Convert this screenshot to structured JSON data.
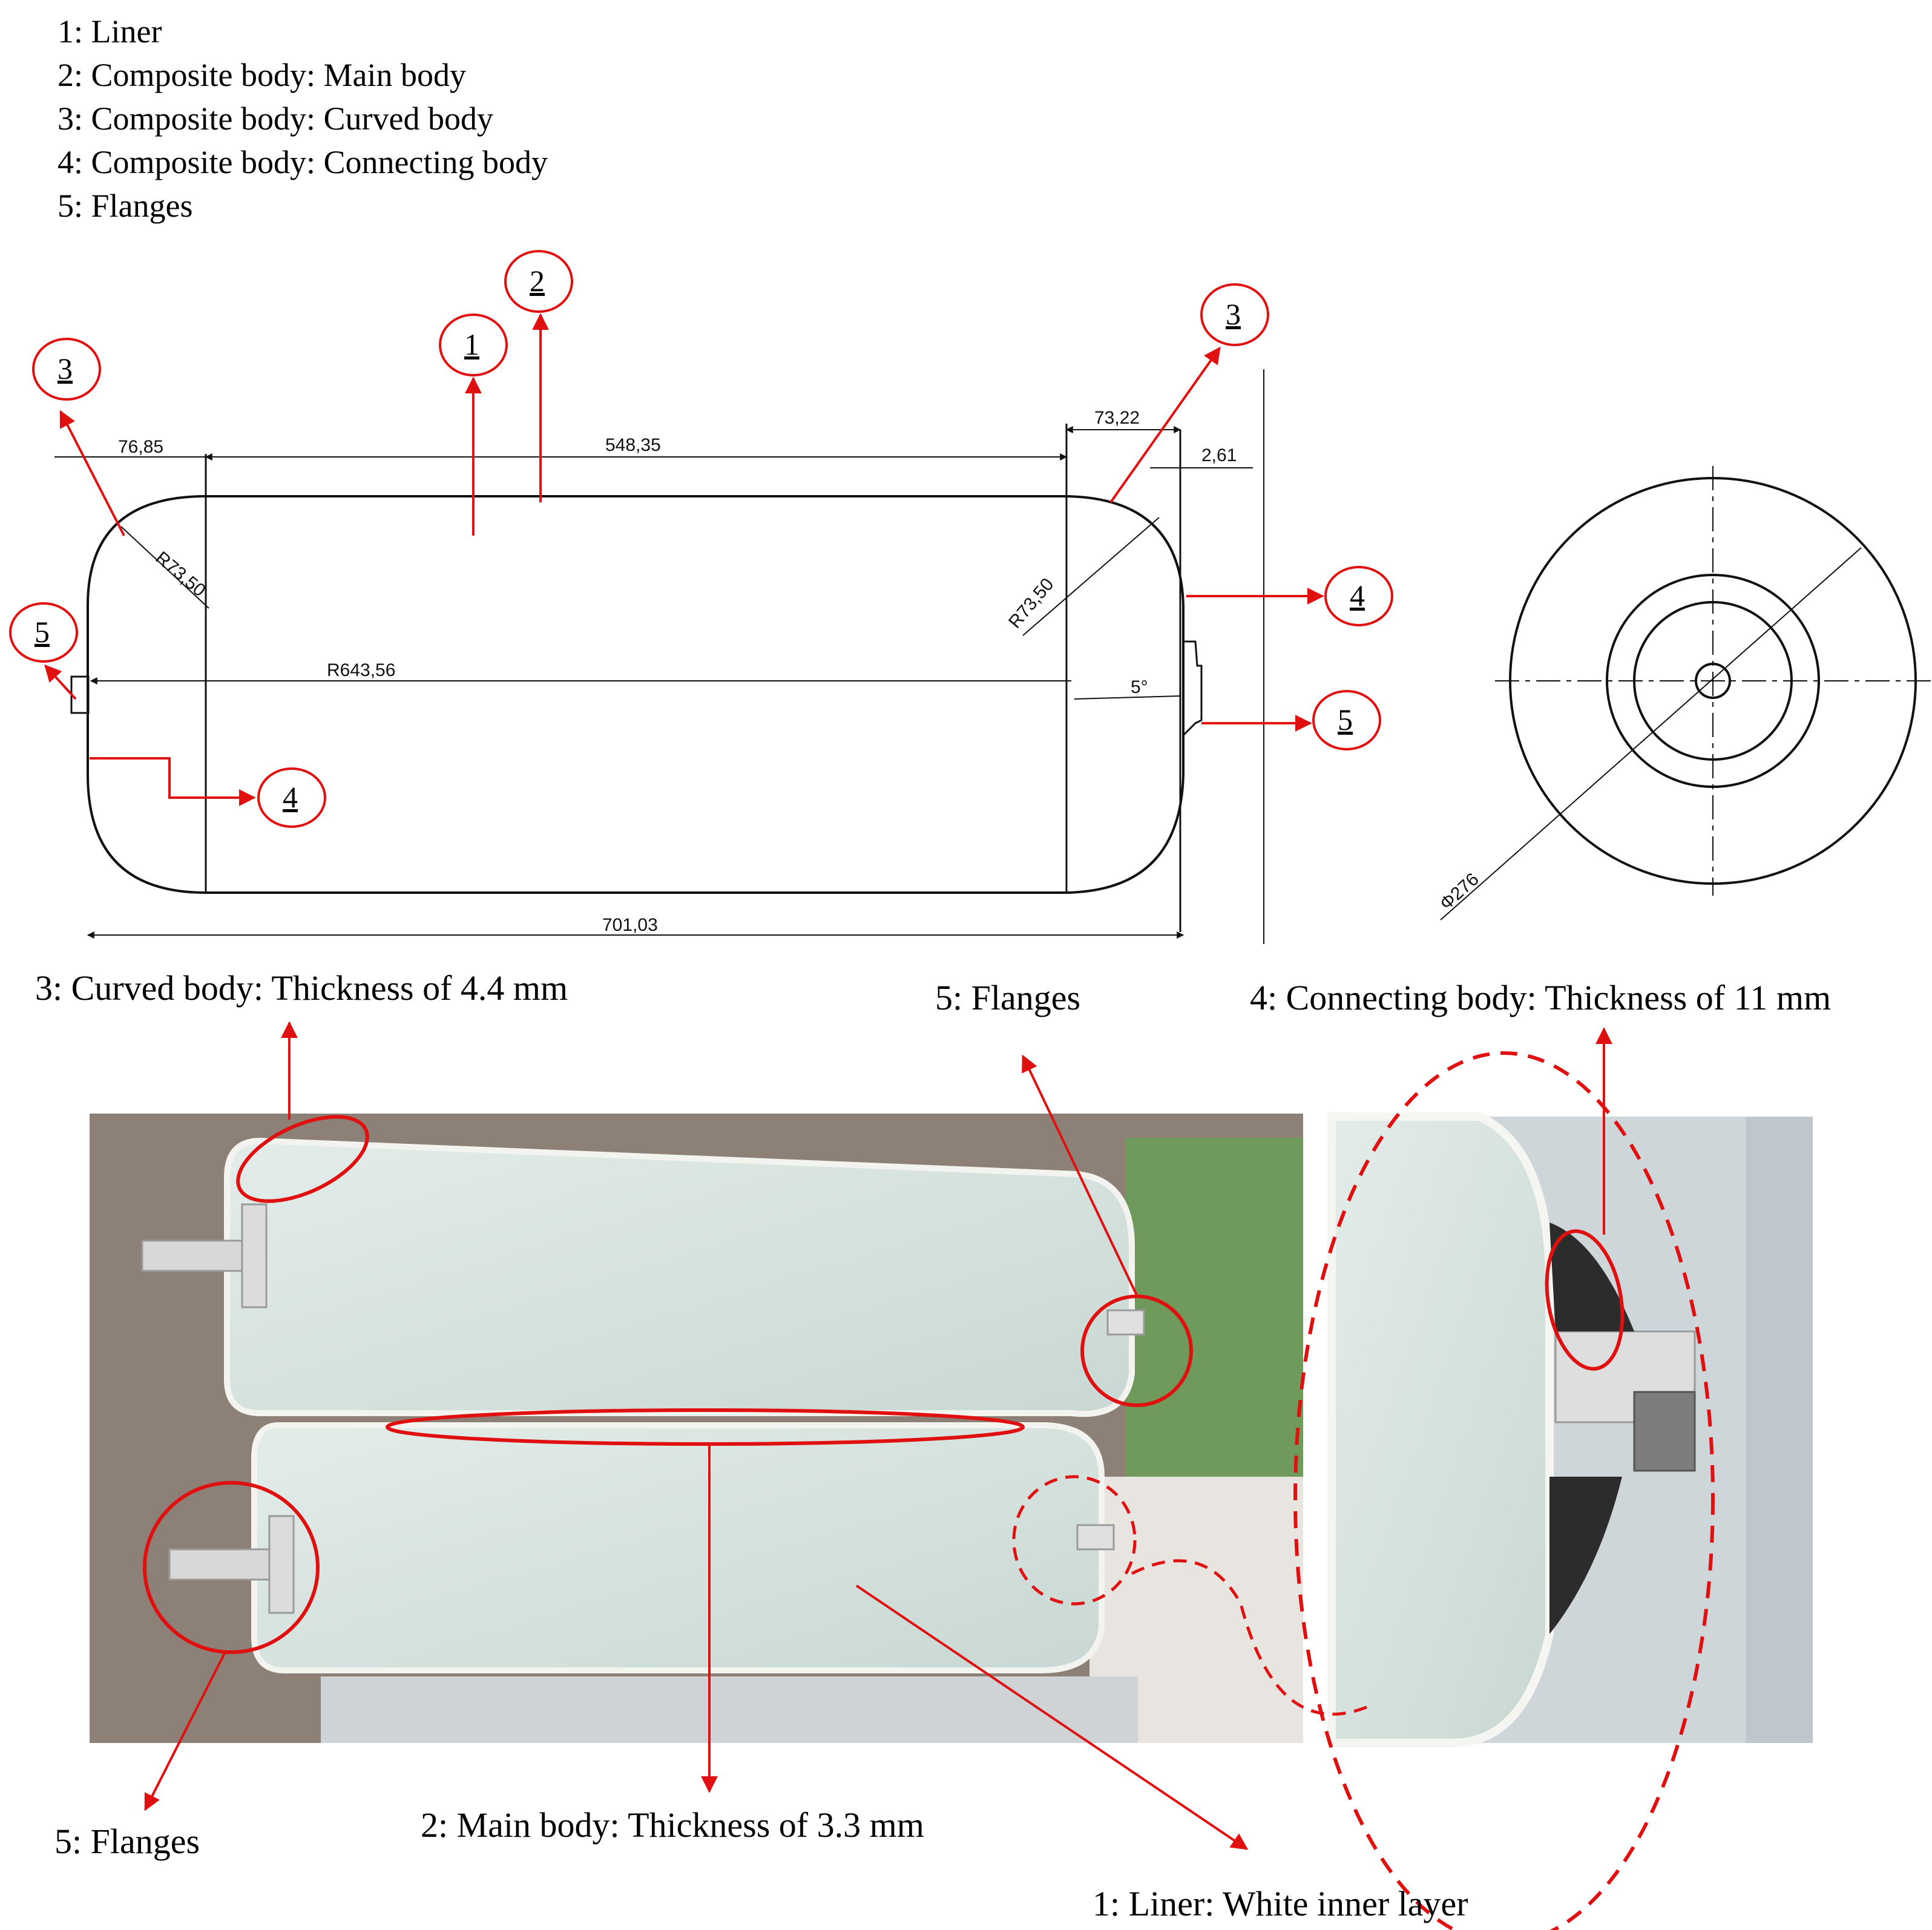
{
  "legend": [
    "1: Liner",
    "2: Composite body: Main body",
    "3: Composite body: Curved body",
    "4: Composite body: Connecting body",
    "5: Flanges"
  ],
  "callout_numbers": {
    "c1": "1",
    "c2": "2",
    "c3_left": "3",
    "c3_right": "3",
    "c4_right": "4",
    "c4_left": "4",
    "c5_left": "5",
    "c5_right": "5"
  },
  "dimensions": {
    "left_cap": "76,85",
    "main_length": "548,35",
    "right_cap": "73,22",
    "end_gap": "2,61",
    "radius_left": "R73,50",
    "radius_right": "R73,50",
    "radius_long": "R643,56",
    "angle": "5°",
    "overall_length": "701,03",
    "diameter": "Φ276"
  },
  "captions": {
    "curved_body": "3: Curved body: Thickness of 4.4 mm",
    "flanges_top": "5: Flanges",
    "connecting_body": "4: Connecting body: Thickness of 11 mm",
    "flanges_bottom": "5: Flanges",
    "main_body": "2: Main body: Thickness of 3.3 mm",
    "liner": "1: Liner: White inner layer"
  },
  "colors": {
    "annotation_red": "#e01010",
    "liner_tint": "#d9e6e2",
    "floor": "#8a7c70",
    "green_panel": "#6f9a5c"
  }
}
